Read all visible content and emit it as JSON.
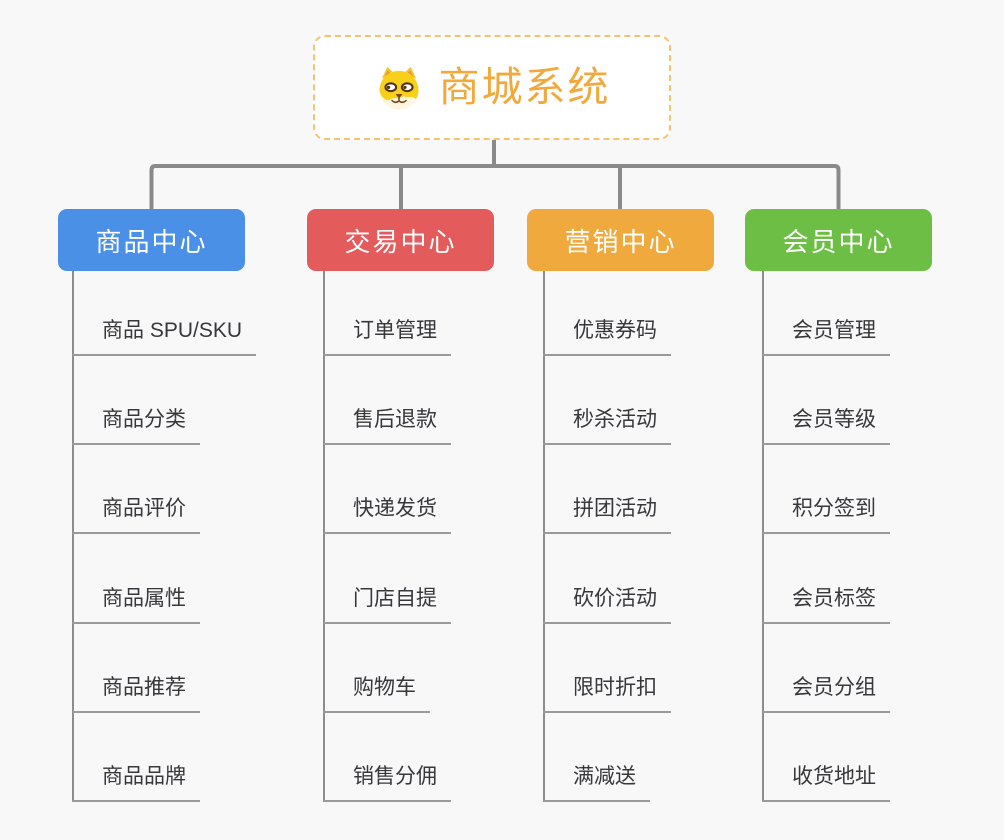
{
  "page": {
    "background_color": "#f8f8f8",
    "connector_color": "#8a8a8a"
  },
  "root": {
    "title": "商城系统",
    "icon": "dog-face-icon",
    "text_color": "#f2a93c",
    "border_color": "#f5c36e"
  },
  "branches": [
    {
      "label": "商品中心",
      "color": "#4a90e6",
      "items": [
        "商品 SPU/SKU",
        "商品分类",
        "商品评价",
        "商品属性",
        "商品推荐",
        "商品品牌"
      ]
    },
    {
      "label": "交易中心",
      "color": "#e45b5c",
      "items": [
        "订单管理",
        "售后退款",
        "快递发货",
        "门店自提",
        "购物车",
        "销售分佣"
      ]
    },
    {
      "label": "营销中心",
      "color": "#efa93d",
      "items": [
        "优惠券码",
        "秒杀活动",
        "拼团活动",
        "砍价活动",
        "限时折扣",
        "满减送"
      ]
    },
    {
      "label": "会员中心",
      "color": "#6dbe45",
      "items": [
        "会员管理",
        "会员等级",
        "积分签到",
        "会员标签",
        "会员分组",
        "收货地址"
      ]
    }
  ]
}
